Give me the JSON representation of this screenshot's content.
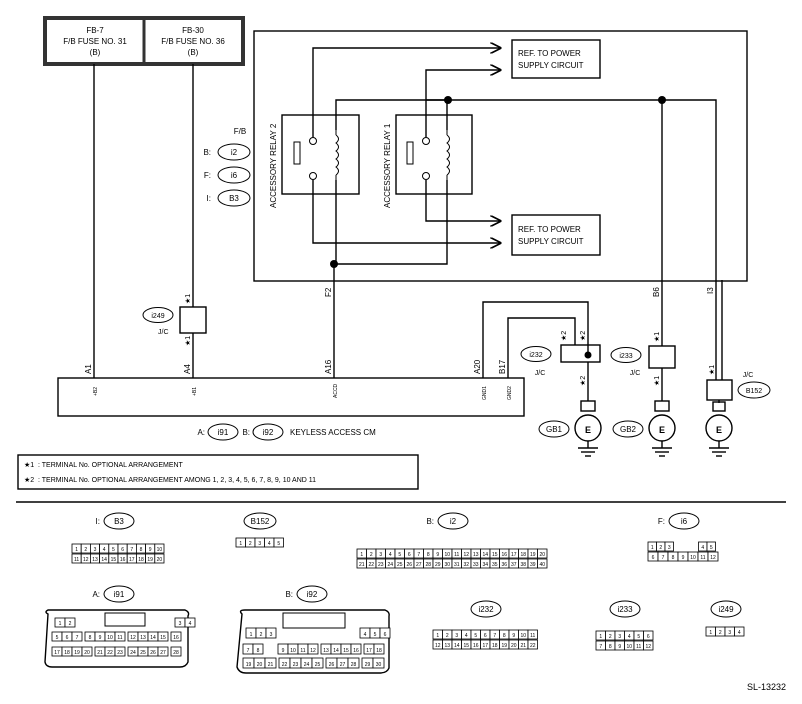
{
  "fuses": [
    {
      "name": "FB-7",
      "desc": "F/B FUSE NO. 31",
      "circuit": "(B)"
    },
    {
      "name": "FB-30",
      "desc": "F/B FUSE NO. 36",
      "circuit": "(B)"
    }
  ],
  "fb_block": {
    "label": "F/B",
    "connectors": [
      {
        "prefix": "B:",
        "id": "i2"
      },
      {
        "prefix": "F:",
        "id": "i6"
      },
      {
        "prefix": "I:",
        "id": "B3"
      }
    ],
    "relay2_label": "ACCESSORY RELAY 2",
    "relay1_label": "ACCESSORY RELAY 1",
    "ref_text_line1": "REF. TO POWER",
    "ref_text_line2": "SUPPLY CIRCUIT"
  },
  "wires": {
    "f2": "F2",
    "b6": "B6",
    "i3": "I3",
    "a1": "A1",
    "a4": "A4",
    "a16": "A16",
    "a20": "A20",
    "b17": "B17"
  },
  "jc": {
    "label": "J/C",
    "star1": "★1",
    "star2": "★2",
    "i249": "i249",
    "i232": "i232",
    "i233": "i233",
    "b152": "B152"
  },
  "cm": {
    "pins": [
      "+B2",
      "+B1",
      "ACCD",
      "GND1",
      "GND2"
    ],
    "prefix_a": "A:",
    "id_a": "i91",
    "prefix_b": "B:",
    "id_b": "i92",
    "name": "KEYLESS ACCESS CM"
  },
  "grounds": {
    "gb1": "GB1",
    "gb2": "GB2",
    "symbol": "E"
  },
  "notes": [
    {
      "mark": "★1",
      "text": ": TERMINAL No. OPTIONAL ARRANGEMENT"
    },
    {
      "mark": "★2",
      "text": ": TERMINAL No. OPTIONAL ARRANGEMENT AMONG 1, 2, 3, 4, 5, 6, 7, 8, 9, 10 AND 11"
    }
  ],
  "connector_views": {
    "b3": {
      "prefix": "I:",
      "id": "B3",
      "row1": [
        "1",
        "2",
        "3",
        "4",
        "5",
        "6",
        "7",
        "8",
        "9",
        "10"
      ],
      "row2": [
        "11",
        "12",
        "13",
        "14",
        "15",
        "16",
        "17",
        "18",
        "19",
        "20"
      ]
    },
    "b152": {
      "id": "B152",
      "row1": [
        "1",
        "2",
        "3",
        "4",
        "5"
      ]
    },
    "i2": {
      "prefix": "B:",
      "id": "i2",
      "row1": [
        "1",
        "2",
        "3",
        "4",
        "5",
        "6",
        "7",
        "8",
        "9",
        "10",
        "11",
        "12",
        "13",
        "14",
        "15",
        "16",
        "17",
        "18",
        "19",
        "20"
      ],
      "row2": [
        "21",
        "22",
        "23",
        "24",
        "25",
        "26",
        "27",
        "28",
        "29",
        "30",
        "31",
        "32",
        "33",
        "34",
        "35",
        "36",
        "37",
        "38",
        "39",
        "40"
      ]
    },
    "i6": {
      "prefix": "F:",
      "id": "i6",
      "row1": [
        "1",
        "2",
        "3",
        "4",
        "5"
      ],
      "row2": [
        "6",
        "7",
        "8",
        "9",
        "10",
        "11",
        "12"
      ]
    },
    "i91": {
      "prefix": "A:",
      "id": "i91",
      "row1": [
        "1",
        "2",
        "3",
        "4"
      ],
      "row2": [
        "5",
        "6",
        "7",
        "8",
        "9",
        "10",
        "11",
        "12",
        "13",
        "14",
        "15",
        "16"
      ],
      "row3": [
        "17",
        "18",
        "19",
        "20",
        "21",
        "22",
        "23",
        "24",
        "25",
        "26",
        "27",
        "28"
      ]
    },
    "i92": {
      "prefix": "B:",
      "id": "i92",
      "row1": [
        "1",
        "2",
        "3",
        "4",
        "5",
        "6"
      ],
      "row2": [
        "7",
        "8",
        "9",
        "10",
        "11",
        "12",
        "13",
        "14",
        "15",
        "16",
        "17",
        "18"
      ],
      "row3": [
        "19",
        "20",
        "21",
        "22",
        "23",
        "24",
        "25",
        "26",
        "27",
        "28",
        "29",
        "30"
      ]
    },
    "i232": {
      "id": "i232",
      "row1": [
        "1",
        "2",
        "3",
        "4",
        "5",
        "6",
        "7",
        "8",
        "9",
        "10",
        "11"
      ],
      "row2": [
        "12",
        "13",
        "14",
        "15",
        "16",
        "17",
        "18",
        "19",
        "20",
        "21",
        "22"
      ]
    },
    "i233": {
      "id": "i233",
      "row1": [
        "1",
        "2",
        "3",
        "4",
        "5",
        "6"
      ],
      "row2": [
        "7",
        "8",
        "9",
        "10",
        "11",
        "12"
      ]
    },
    "i249": {
      "id": "i249",
      "row1": [
        "1",
        "2",
        "3",
        "4"
      ]
    }
  },
  "footer_code": "SL-13232"
}
